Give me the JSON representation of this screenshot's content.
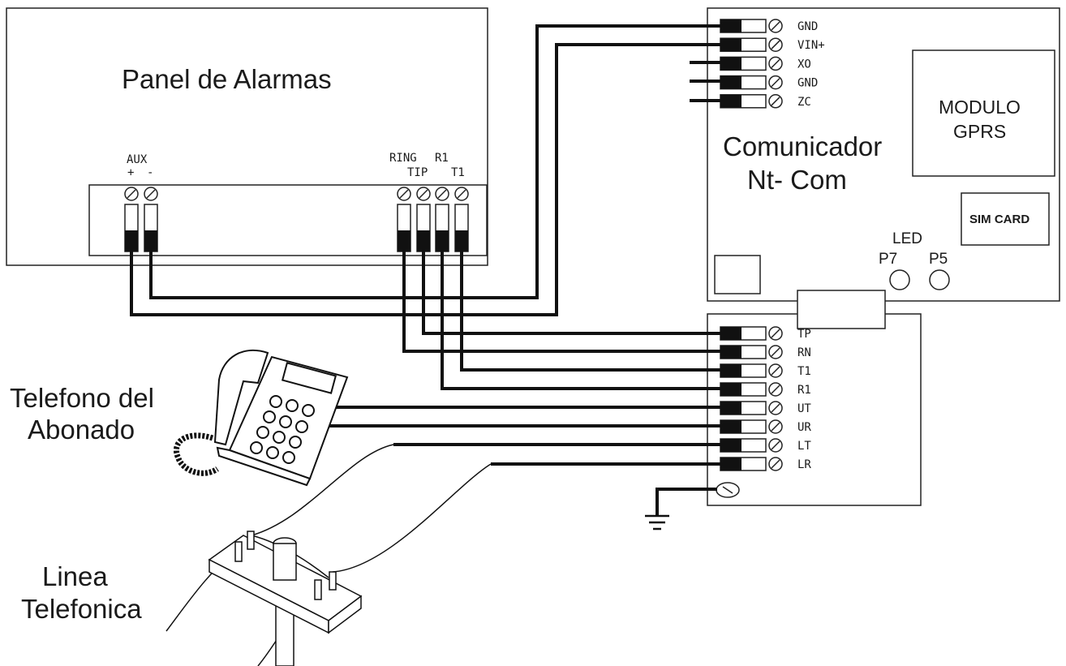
{
  "labels": {
    "panel_title": "Panel de Alarmas",
    "aux": "AUX",
    "aux_plus": "+",
    "aux_minus": "-",
    "ring": "RING",
    "r1": "R1",
    "tip": "TIP",
    "t1": "T1",
    "comunicador_line1": "Comunicador",
    "comunicador_line2": "Nt- Com",
    "modulo_line1": "MODULO",
    "modulo_line2": "GPRS",
    "sim_card": "SIM CARD",
    "led": "LED",
    "p7": "P7",
    "p5": "P5",
    "telefono_line1": "Telefono del",
    "telefono_line2": "Abonado",
    "linea_line1": "Linea",
    "linea_line2": "Telefonica"
  },
  "top_terminals": [
    "GND",
    "VIN+",
    "XO",
    "GND",
    "ZC"
  ],
  "bottom_terminals": [
    "TP",
    "RN",
    "T1",
    "R1",
    "UT",
    "UR",
    "LT",
    "LR"
  ]
}
